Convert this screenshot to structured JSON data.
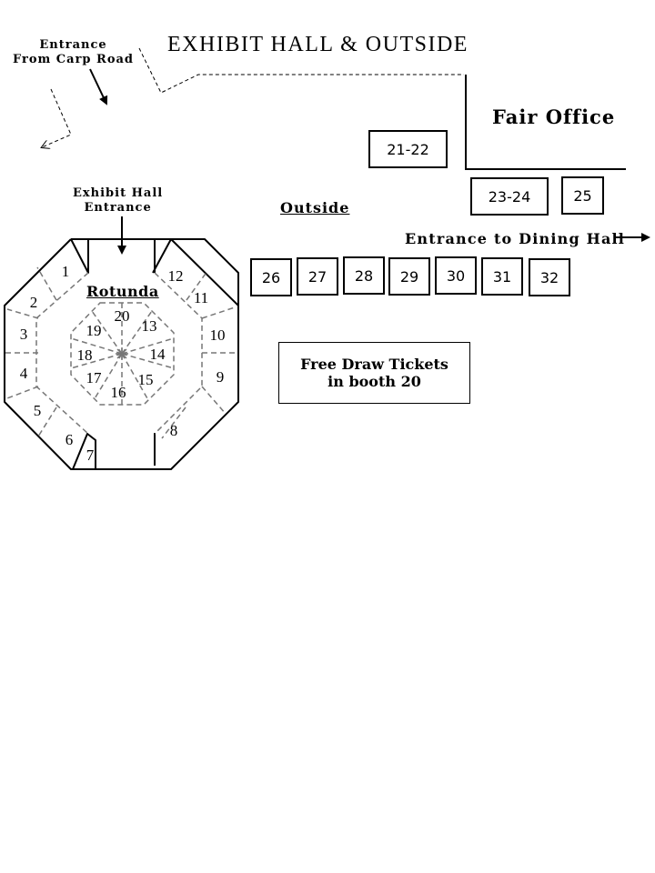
{
  "title": "EXHIBIT HALL & OUTSIDE",
  "labels": {
    "carp_road_line1": "Entrance",
    "carp_road_line2": "From Carp Road",
    "exhibit_entrance_line1": "Exhibit Hall",
    "exhibit_entrance_line2": "Entrance",
    "fair_office": "Fair Office",
    "outside": "Outside",
    "dining_hall": "Entrance to Dining Hall",
    "rotunda": "Rotunda",
    "free_draw_line1": "Free Draw Tickets",
    "free_draw_line2": "in booth 20"
  },
  "outside_booths": [
    "21-22",
    "23-24",
    "25",
    "26",
    "27",
    "28",
    "29",
    "30",
    "31",
    "32"
  ],
  "hall_booths": [
    "1",
    "2",
    "3",
    "4",
    "5",
    "6",
    "7",
    "8",
    "9",
    "10",
    "11",
    "12"
  ],
  "rotunda_booths": [
    "13",
    "14",
    "15",
    "16",
    "17",
    "18",
    "19",
    "20"
  ]
}
